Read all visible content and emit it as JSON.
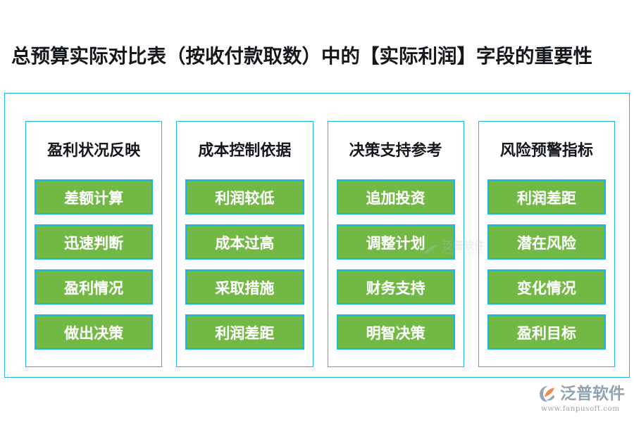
{
  "page": {
    "title": "总预算实际对比表（按收付款取数）中的【实际利润】字段的重要性",
    "background_color": "#ffffff",
    "accent_border_color": "#19b6ea",
    "item_fill_color": "#72b844",
    "title_color": "#14181c",
    "item_text_color": "#ffffff"
  },
  "columns": [
    {
      "header": "盈利状况反映",
      "items": [
        "差额计算",
        "迅速判断",
        "盈利情况",
        "做出决策"
      ]
    },
    {
      "header": "成本控制依据",
      "items": [
        "利润较低",
        "成本过高",
        "采取措施",
        "利润差距"
      ]
    },
    {
      "header": "决策支持参考",
      "items": [
        "追加投资",
        "调整计划",
        "财务支持",
        "明智决策"
      ]
    },
    {
      "header": "风险预警指标",
      "items": [
        "利润差距",
        "潜在风险",
        "变化情况",
        "盈利目标"
      ]
    }
  ],
  "watermark": {
    "name_cn": "泛普软件",
    "name_en": "FANPU SOFTWARE",
    "color": "#b9c4cc"
  },
  "logo": {
    "name_cn": "泛普软件",
    "url": "www.fanpusoft.com",
    "text_color": "#8fa3b0",
    "mark_accent_color": "#ef8b4a",
    "mark_secondary_color": "#8fa3b0"
  }
}
